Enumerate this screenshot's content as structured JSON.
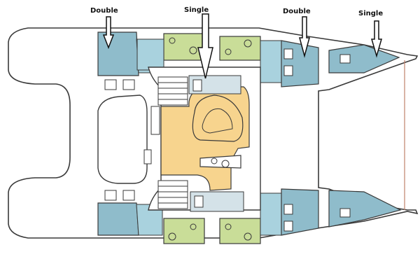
{
  "labels": {
    "double_aft": "Double",
    "single_center": "Single",
    "double_fwd": "Double",
    "single_bow": "Single"
  },
  "colors": {
    "outline": "#3a3a3a",
    "hull_fill": "#ffffff",
    "cabin_blue": "#8fbccb",
    "cabin_light": "#a9d2de",
    "head_green": "#c9dd98",
    "saloon_yellow": "#f7d48e",
    "window_gray": "#d4e2e8",
    "deck_line": "#c0826a",
    "arrow": "#111111"
  }
}
